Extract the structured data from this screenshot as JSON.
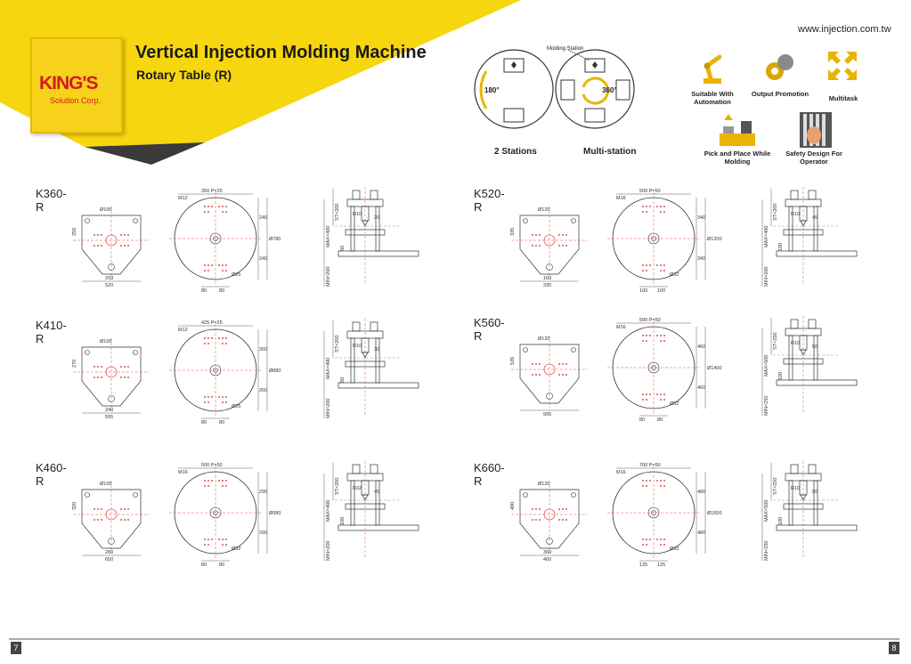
{
  "header": {
    "logo_text": "KING'S",
    "logo_sub": "Solution Corp.",
    "title": "Vertical Injection Molding Machine",
    "subtitle": "Rotary Table (R)",
    "website": "www.injection.com.tw"
  },
  "stations": {
    "molding_station": "Molding Station",
    "two": {
      "label": "2 Stations",
      "angle": "180°"
    },
    "multi": {
      "label": "Multi-station",
      "angle": "360°"
    }
  },
  "features": [
    {
      "icon": "robot-arm-icon",
      "label": "Suitable With Automation"
    },
    {
      "icon": "output-promotion-icon",
      "label": "Output Promotion"
    },
    {
      "icon": "multitask-icon",
      "label": "Multitask"
    },
    {
      "icon": "pick-place-icon",
      "label": "Pick and Place While Molding"
    },
    {
      "icon": "safety-hand-icon",
      "label": "Safety Design For Operator"
    }
  ],
  "models": [
    {
      "name": "K360-R",
      "hole": "Ø100",
      "pitch": "350 P=25",
      "thread": "M12",
      "dia": "Ø780",
      "pin": "Ø25",
      "w1": "520",
      "w2": "203",
      "h1": "250",
      "r1": "240",
      "r2": "240",
      "b1": "80",
      "b2": "80",
      "st": "ST=200",
      "max": "MAX=400",
      "min": "MIN=200",
      "r": "R10",
      "d": "20",
      "h": "50"
    },
    {
      "name": "K410-R",
      "hole": "Ø100",
      "pitch": "425 P=25",
      "thread": "M12",
      "dia": "Ø880",
      "pin": "Ø25",
      "w1": "595",
      "w2": "240",
      "h1": "270",
      "r1": "260",
      "r2": "260",
      "b1": "80",
      "b2": "80",
      "st": "ST=200",
      "max": "MAX=400",
      "min": "MIN=200",
      "r": "R10",
      "d": "30",
      "h": "50"
    },
    {
      "name": "K460-R",
      "hole": "Ø100",
      "pitch": "500 P=50",
      "thread": "M16",
      "dia": "Ø980",
      "pin": "Ø32",
      "w1": "650",
      "w2": "280",
      "h1": "320",
      "r1": "290",
      "r2": "290",
      "b1": "80",
      "b2": "80",
      "st": "ST=200",
      "max": "MAX=400",
      "min": "MIN=200",
      "r": "R32",
      "d": "45",
      "h": "100"
    },
    {
      "name": "K520-R",
      "hole": "Ø120",
      "pitch": "500 P=50",
      "thread": "M16",
      "dia": "Ø1200",
      "pin": "Ø32",
      "w1": "335",
      "w2": "160",
      "h1": "335",
      "r1": "340",
      "r2": "340",
      "b1": "100",
      "b2": "100",
      "st": "ST=200",
      "max": "MAX=400",
      "min": "MIN=200",
      "r": "R10",
      "d": "45",
      "h": "100"
    },
    {
      "name": "K560-R",
      "hole": "Ø120",
      "pitch": "500 P=50",
      "thread": "M16",
      "dia": "Ø1400",
      "pin": "Ø32",
      "w1": "995",
      "w2": "",
      "h1": "535",
      "r1": "460",
      "r2": "460",
      "b1": "80",
      "b2": "80",
      "st": "ST=250",
      "max": "MAX=500",
      "min": "MIN=250",
      "r": "R10",
      "d": "50",
      "h": "100"
    },
    {
      "name": "K660-R",
      "hole": "Ø120",
      "pitch": "700 P=50",
      "thread": "M16",
      "dia": "Ø1600",
      "pin": "Ø32",
      "w1": "400",
      "w2": "300",
      "h1": "400",
      "r1": "480",
      "r2": "480",
      "b1": "125",
      "b2": "125",
      "st": "ST=250",
      "max": "MAX=500",
      "min": "MIN=250",
      "r": "R10",
      "d": "50",
      "h": "100"
    }
  ],
  "footer": {
    "left_page": "7",
    "right_page": "8"
  }
}
